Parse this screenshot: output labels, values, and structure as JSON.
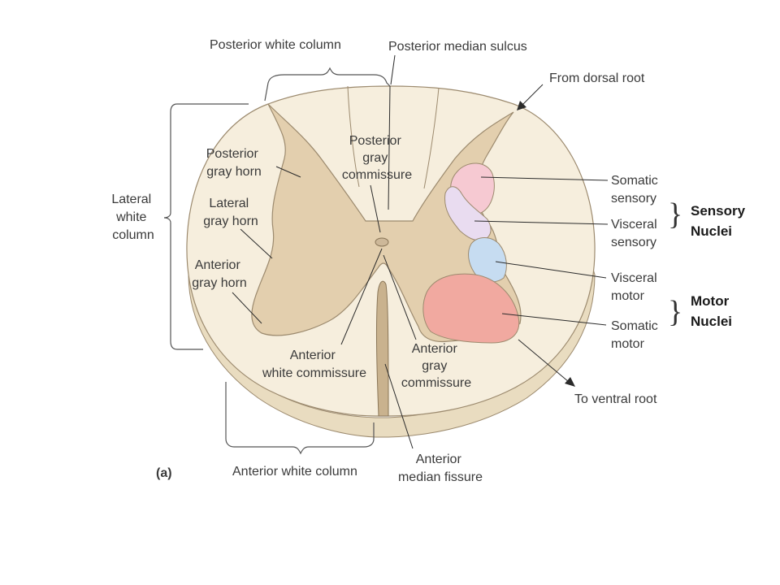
{
  "labels": {
    "posterior_white_column": "Posterior white column",
    "posterior_median_sulcus": "Posterior median sulcus",
    "from_dorsal_root": "From dorsal root",
    "lateral_white_column": [
      "Lateral",
      "white",
      "column"
    ],
    "posterior_gray_horn": [
      "Posterior",
      "gray horn"
    ],
    "lateral_gray_horn": [
      "Lateral",
      "gray horn"
    ],
    "anterior_gray_horn": [
      "Anterior",
      "gray horn"
    ],
    "posterior_gray_commissure": [
      "Posterior",
      "gray",
      "commissure"
    ],
    "somatic_sensory": [
      "Somatic",
      "sensory"
    ],
    "visceral_sensory": [
      "Visceral",
      "sensory"
    ],
    "visceral_motor": [
      "Visceral",
      "motor"
    ],
    "somatic_motor": [
      "Somatic",
      "motor"
    ],
    "anterior_white_commissure": [
      "Anterior",
      "white commissure"
    ],
    "anterior_gray_commissure": [
      "Anterior",
      "gray",
      "commissure"
    ],
    "to_ventral_root": "To ventral root",
    "anterior_median_fissure": [
      "Anterior",
      "median fissure"
    ],
    "anterior_white_column": "Anterior white column",
    "panel": "(a)"
  },
  "groups": {
    "sensory_nuclei": [
      "Sensory",
      "Nuclei"
    ],
    "motor_nuclei": [
      "Motor",
      "Nuclei"
    ]
  },
  "colors": {
    "white_matter": "#f6eedd",
    "gray_matter": "#e3cfae",
    "outline": "#9c8a6e",
    "somatic_sensory": "#f6c9d2",
    "visceral_sensory": "#e9dcf0",
    "visceral_motor": "#c6dcf1",
    "somatic_motor": "#f1a9a0"
  }
}
